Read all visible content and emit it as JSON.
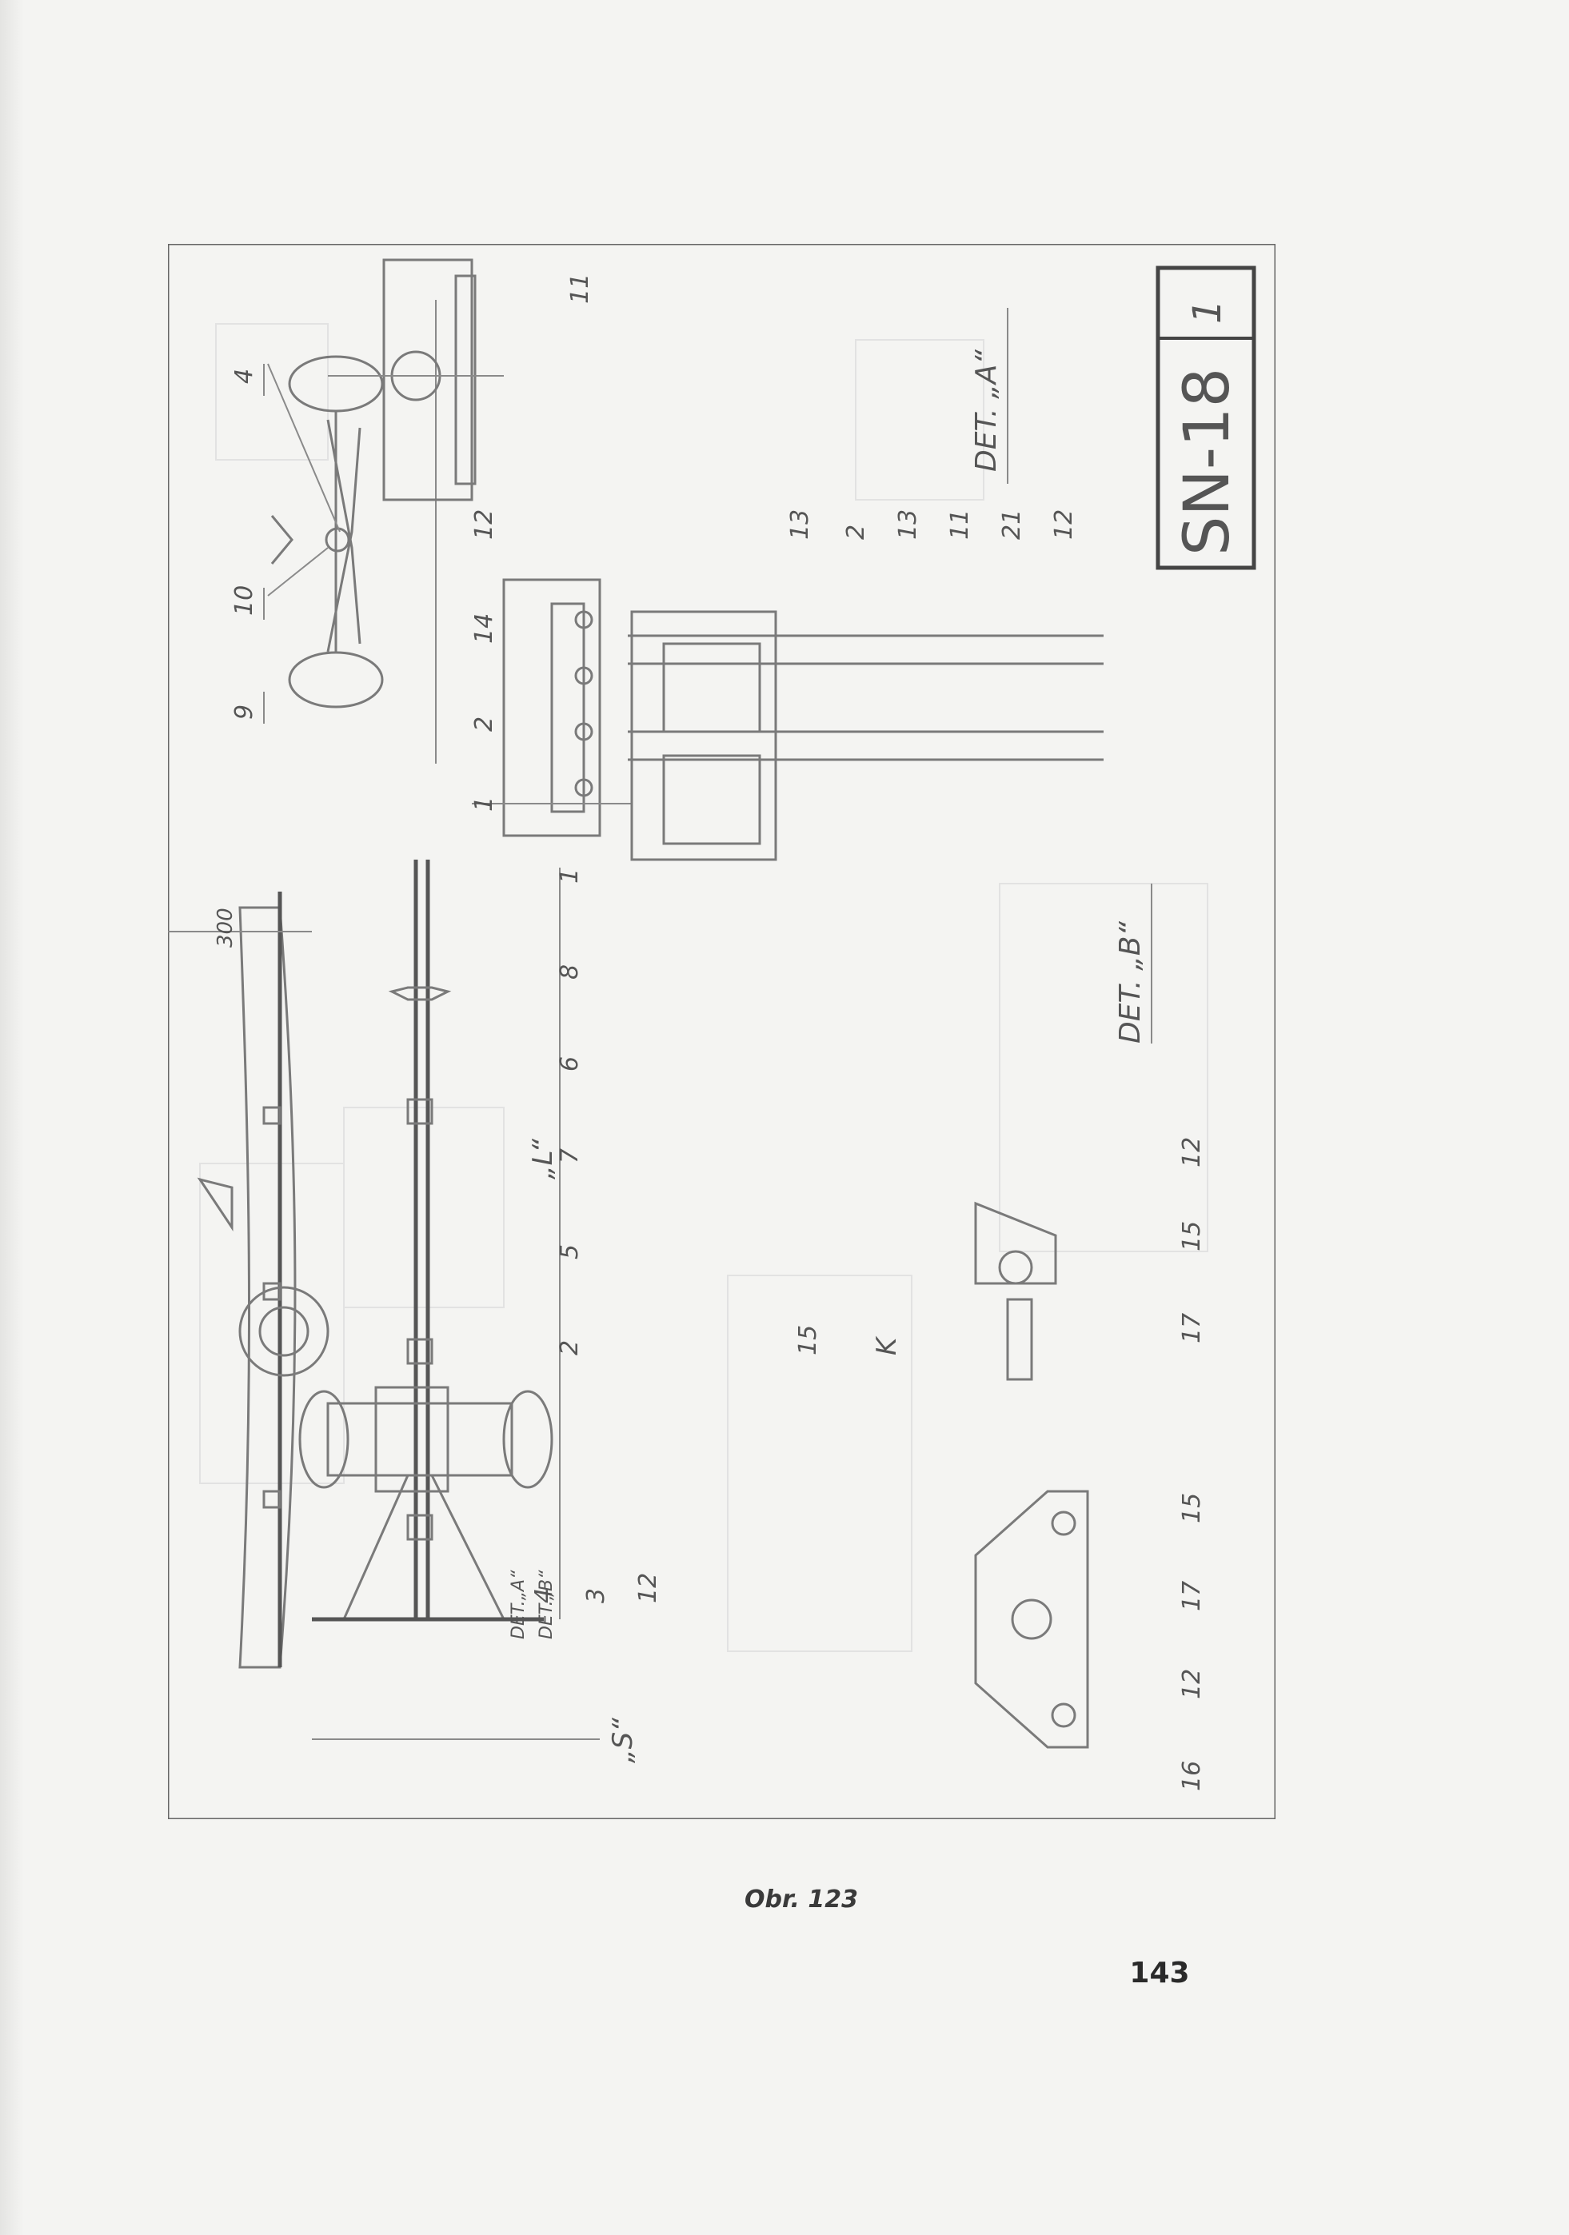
{
  "drawing": {
    "title_block": {
      "code": "SN-18",
      "sheet": "1"
    },
    "details": {
      "a": "DET. „A“",
      "b": "DET. „B“"
    },
    "dimensions": {
      "overhang": "300",
      "length": "„L“",
      "span": "„S“"
    },
    "markers": {
      "k": "K",
      "det_a_ref": "DET.„A“",
      "det_b_ref": "DET.„B“"
    },
    "labels": {
      "top_left": [
        "9",
        "10",
        "4"
      ],
      "detail_a_mid": [
        "1",
        "2",
        "14",
        "12"
      ],
      "detail_a_top": [
        "11"
      ],
      "detail_a_right": [
        "13",
        "2",
        "13",
        "11",
        "21",
        "12"
      ],
      "center_column": [
        "1",
        "8",
        "6",
        "7",
        "5",
        "2",
        "15",
        "K"
      ],
      "bottom_left": [
        "4",
        "3",
        "12"
      ],
      "detail_b": [
        "12",
        "15",
        "17",
        "15",
        "17",
        "12",
        "16"
      ]
    }
  },
  "caption": "Obr. 123",
  "page_number": "143"
}
